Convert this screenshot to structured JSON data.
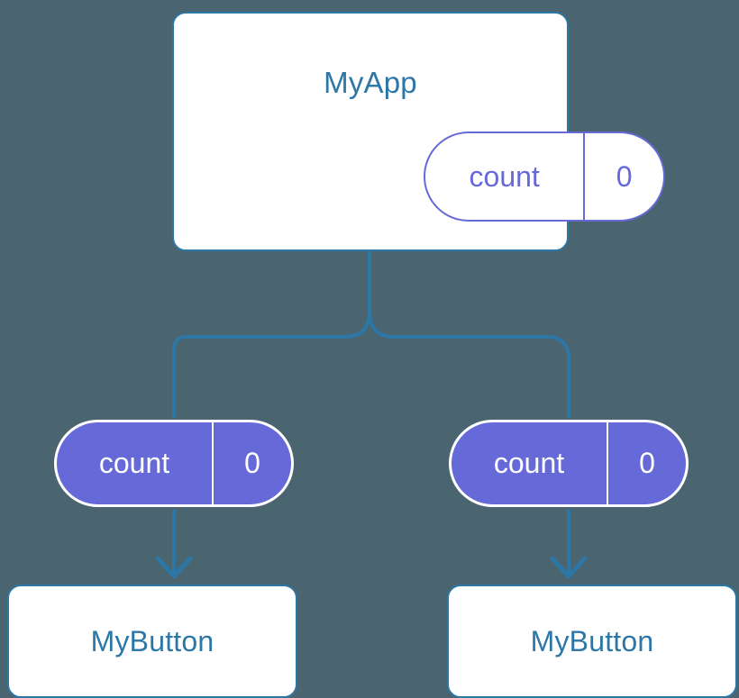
{
  "diagram": {
    "title": "MyApp component tree with count state passed to MyButton children",
    "background_color": "#4a6570",
    "accent_blue": "#2c77a6",
    "accent_purple": "#6669d8",
    "card_fill": "#ffffff"
  },
  "root": {
    "name": "MyApp",
    "state": {
      "key": "count",
      "value": "0"
    }
  },
  "children": [
    {
      "state": {
        "key": "count",
        "value": "0"
      },
      "name": "MyButton"
    },
    {
      "state": {
        "key": "count",
        "value": "0"
      },
      "name": "MyButton"
    }
  ],
  "connectors": {
    "stem_label": "props-flow-stem",
    "branch_left_label": "props-flow-left",
    "branch_right_label": "props-flow-right",
    "arrow_left_label": "state-to-button-left",
    "arrow_right_label": "state-to-button-right",
    "line_color": "#2c77a6",
    "line_width": "4"
  }
}
